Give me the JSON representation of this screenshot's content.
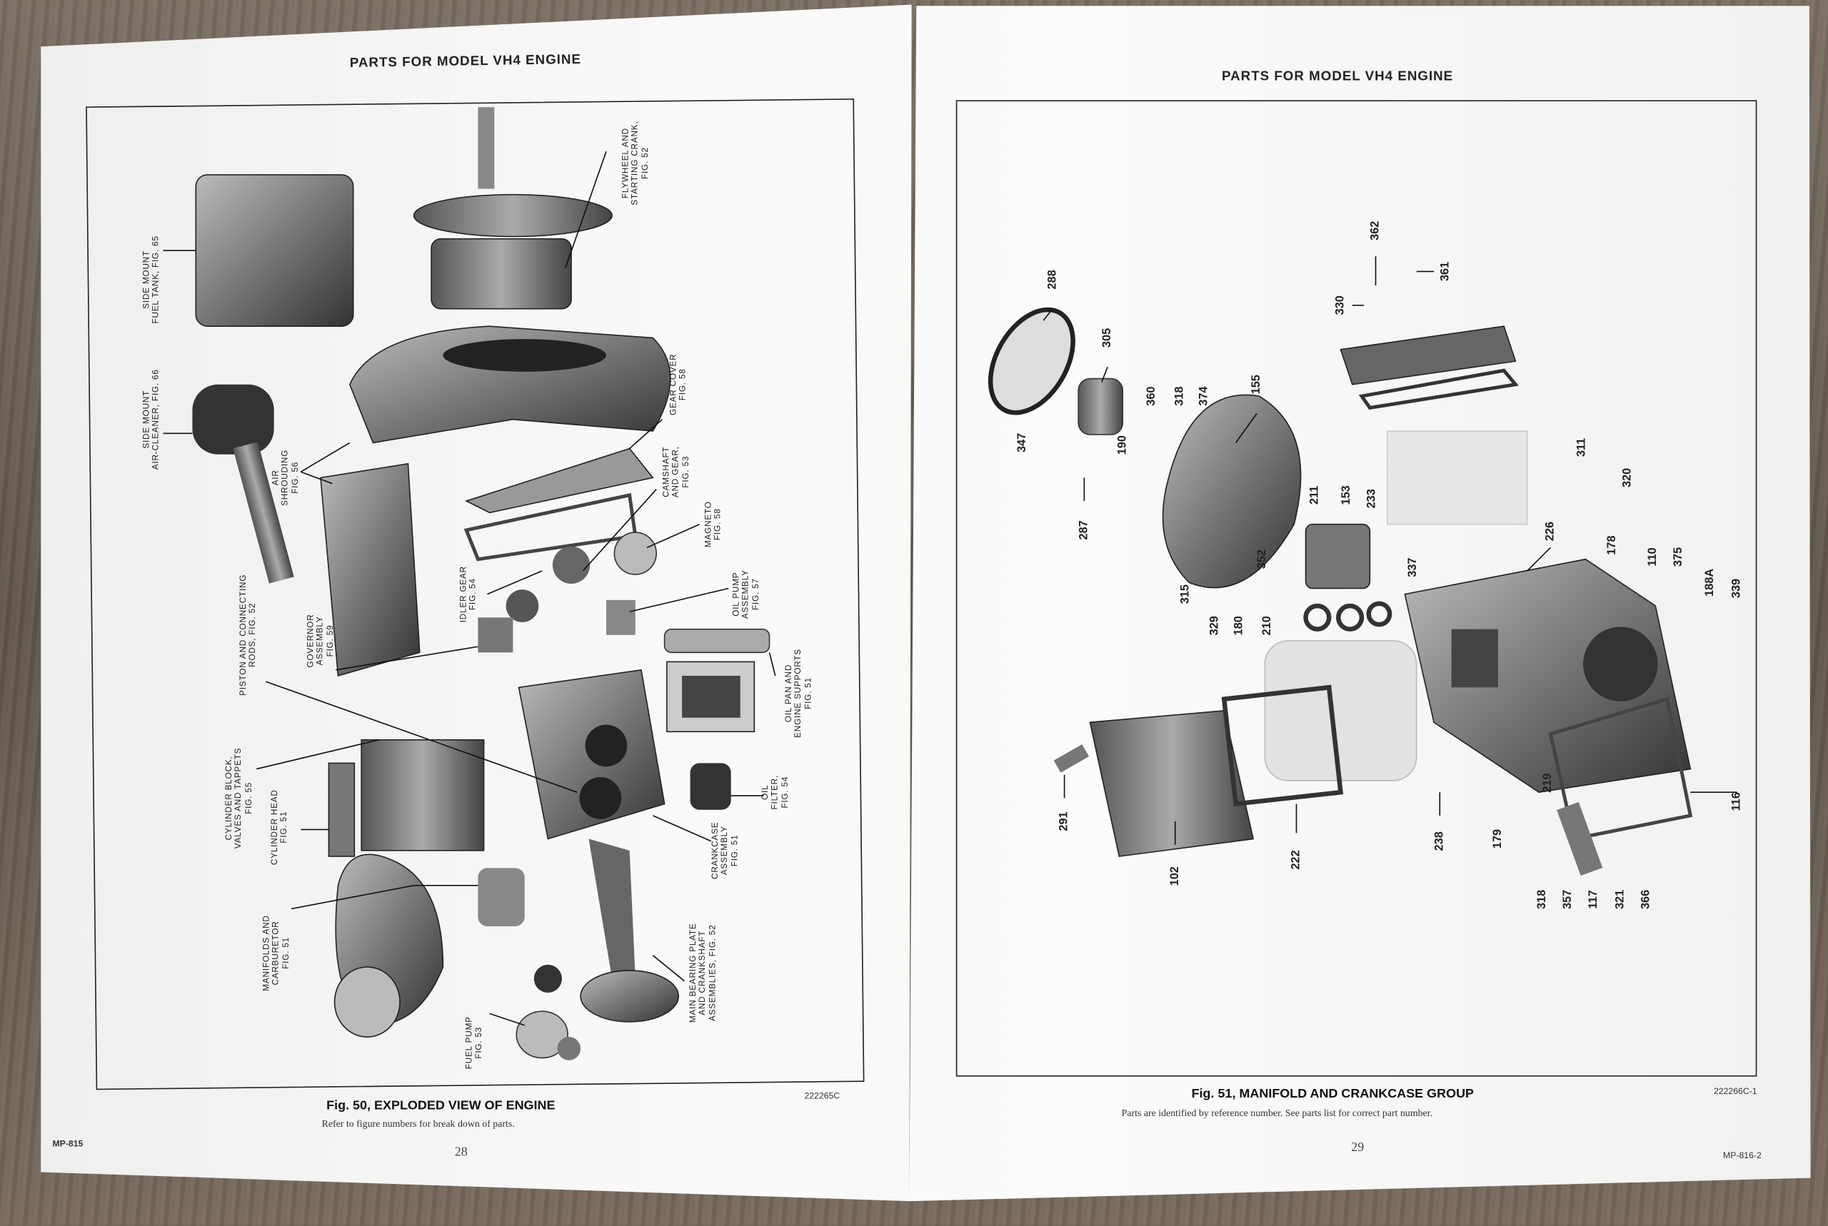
{
  "left_page": {
    "header": "PARTS FOR MODEL VH4 ENGINE",
    "figure_title": "Fig. 50, EXPLODED VIEW OF ENGINE",
    "figure_subtitle": "Refer to figure numbers for break down of parts.",
    "figure_code": "222265C",
    "doc_code": "MP-815",
    "page_number": "28",
    "labels": [
      "SIDE MOUNT\nFUEL TANK, FIG. 65",
      "FLYWHEEL AND\nSTARTING CRANK,\nFIG. 52",
      "SIDE MOUNT\nAIR-CLEANER, FIG. 66",
      "AIR\nSHROUDING\nFIG. 56",
      "GEAR COVER\nFIG. 58",
      "CAMSHAFT\nAND GEAR,\nFIG. 53",
      "MAGNETO\nFIG. 58",
      "IDLER GEAR\nFIG. 54",
      "OIL PUMP\nASSEMBLY\nFIG. 57",
      "GOVERNOR\nASSEMBLY\nFIG. 59",
      "PISTON AND CONNECTING\nRODS, FIG. 52",
      "OIL PAN AND\nENGINE SUPPORTS\nFIG. 51",
      "CYLINDER BLOCK,\nVALVES AND TAPPETS\nFIG. 55",
      "CYLINDER HEAD\nFIG. 51",
      "OIL\nFILTER,\nFIG. 54",
      "CRANKCASE\nASSEMBLY\nFIG. 51",
      "MANIFOLDS AND\nCARBURETOR\nFIG. 51",
      "MAIN BEARING PLATE\nAND CRANKSHAFT\nASSEMBLIES, FIG. 52",
      "FUEL PUMP\nFIG. 53"
    ]
  },
  "right_page": {
    "header": "PARTS FOR MODEL VH4 ENGINE",
    "figure_title": "Fig. 51, MANIFOLD AND CRANKCASE GROUP",
    "figure_subtitle": "Parts are identified by reference number. See parts list for correct part number.",
    "figure_code": "222266C-1",
    "doc_code": "MP-816-2",
    "page_number": "29",
    "reference_numbers": [
      "288",
      "305",
      "360",
      "318",
      "374",
      "155",
      "347",
      "190",
      "287",
      "211",
      "153",
      "233",
      "362",
      "361",
      "330",
      "311",
      "320",
      "226",
      "178",
      "110",
      "375",
      "188A",
      "339",
      "352",
      "337",
      "315",
      "329",
      "180",
      "210",
      "291",
      "102",
      "222",
      "238",
      "179",
      "219",
      "116",
      "318",
      "357",
      "117",
      "321",
      "366"
    ]
  }
}
